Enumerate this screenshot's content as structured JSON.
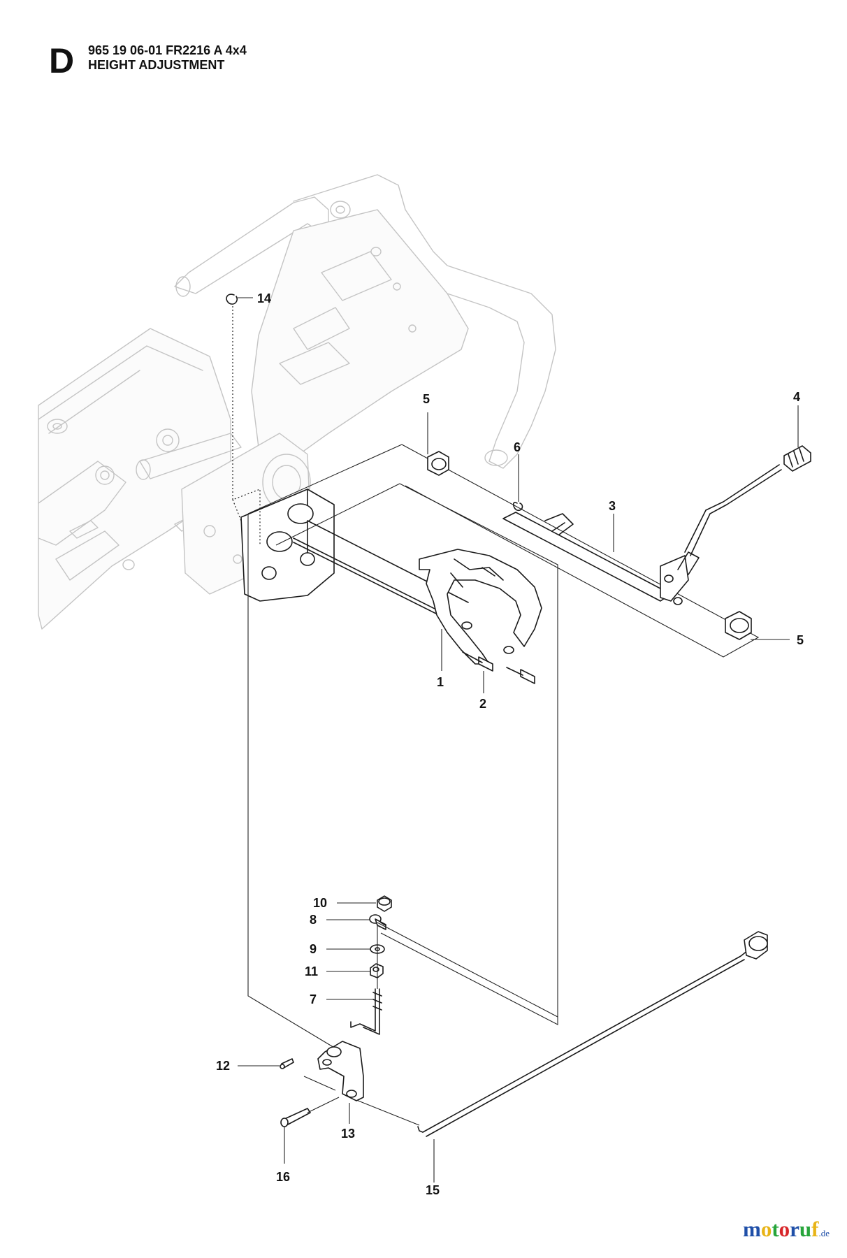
{
  "header": {
    "section_letter": "D",
    "line1": "965 19 06-01 FR2216 A 4x4",
    "line2": "HEIGHT ADJUSTMENT"
  },
  "callouts": {
    "c1": "1",
    "c2": "2",
    "c3": "3",
    "c4": "4",
    "c5a": "5",
    "c5b": "5",
    "c6": "6",
    "c7": "7",
    "c8": "8",
    "c9": "9",
    "c10": "10",
    "c11": "11",
    "c12": "12",
    "c13": "13",
    "c14": "14",
    "c15": "15",
    "c16": "16"
  },
  "watermark": {
    "logo_main": "motoruf",
    "logo_tld": ".de",
    "colors": [
      "#1f4fa8",
      "#e8b417",
      "#27a53b",
      "#d8262a",
      "#1f4fa8",
      "#27a53b",
      "#e8b417"
    ]
  }
}
